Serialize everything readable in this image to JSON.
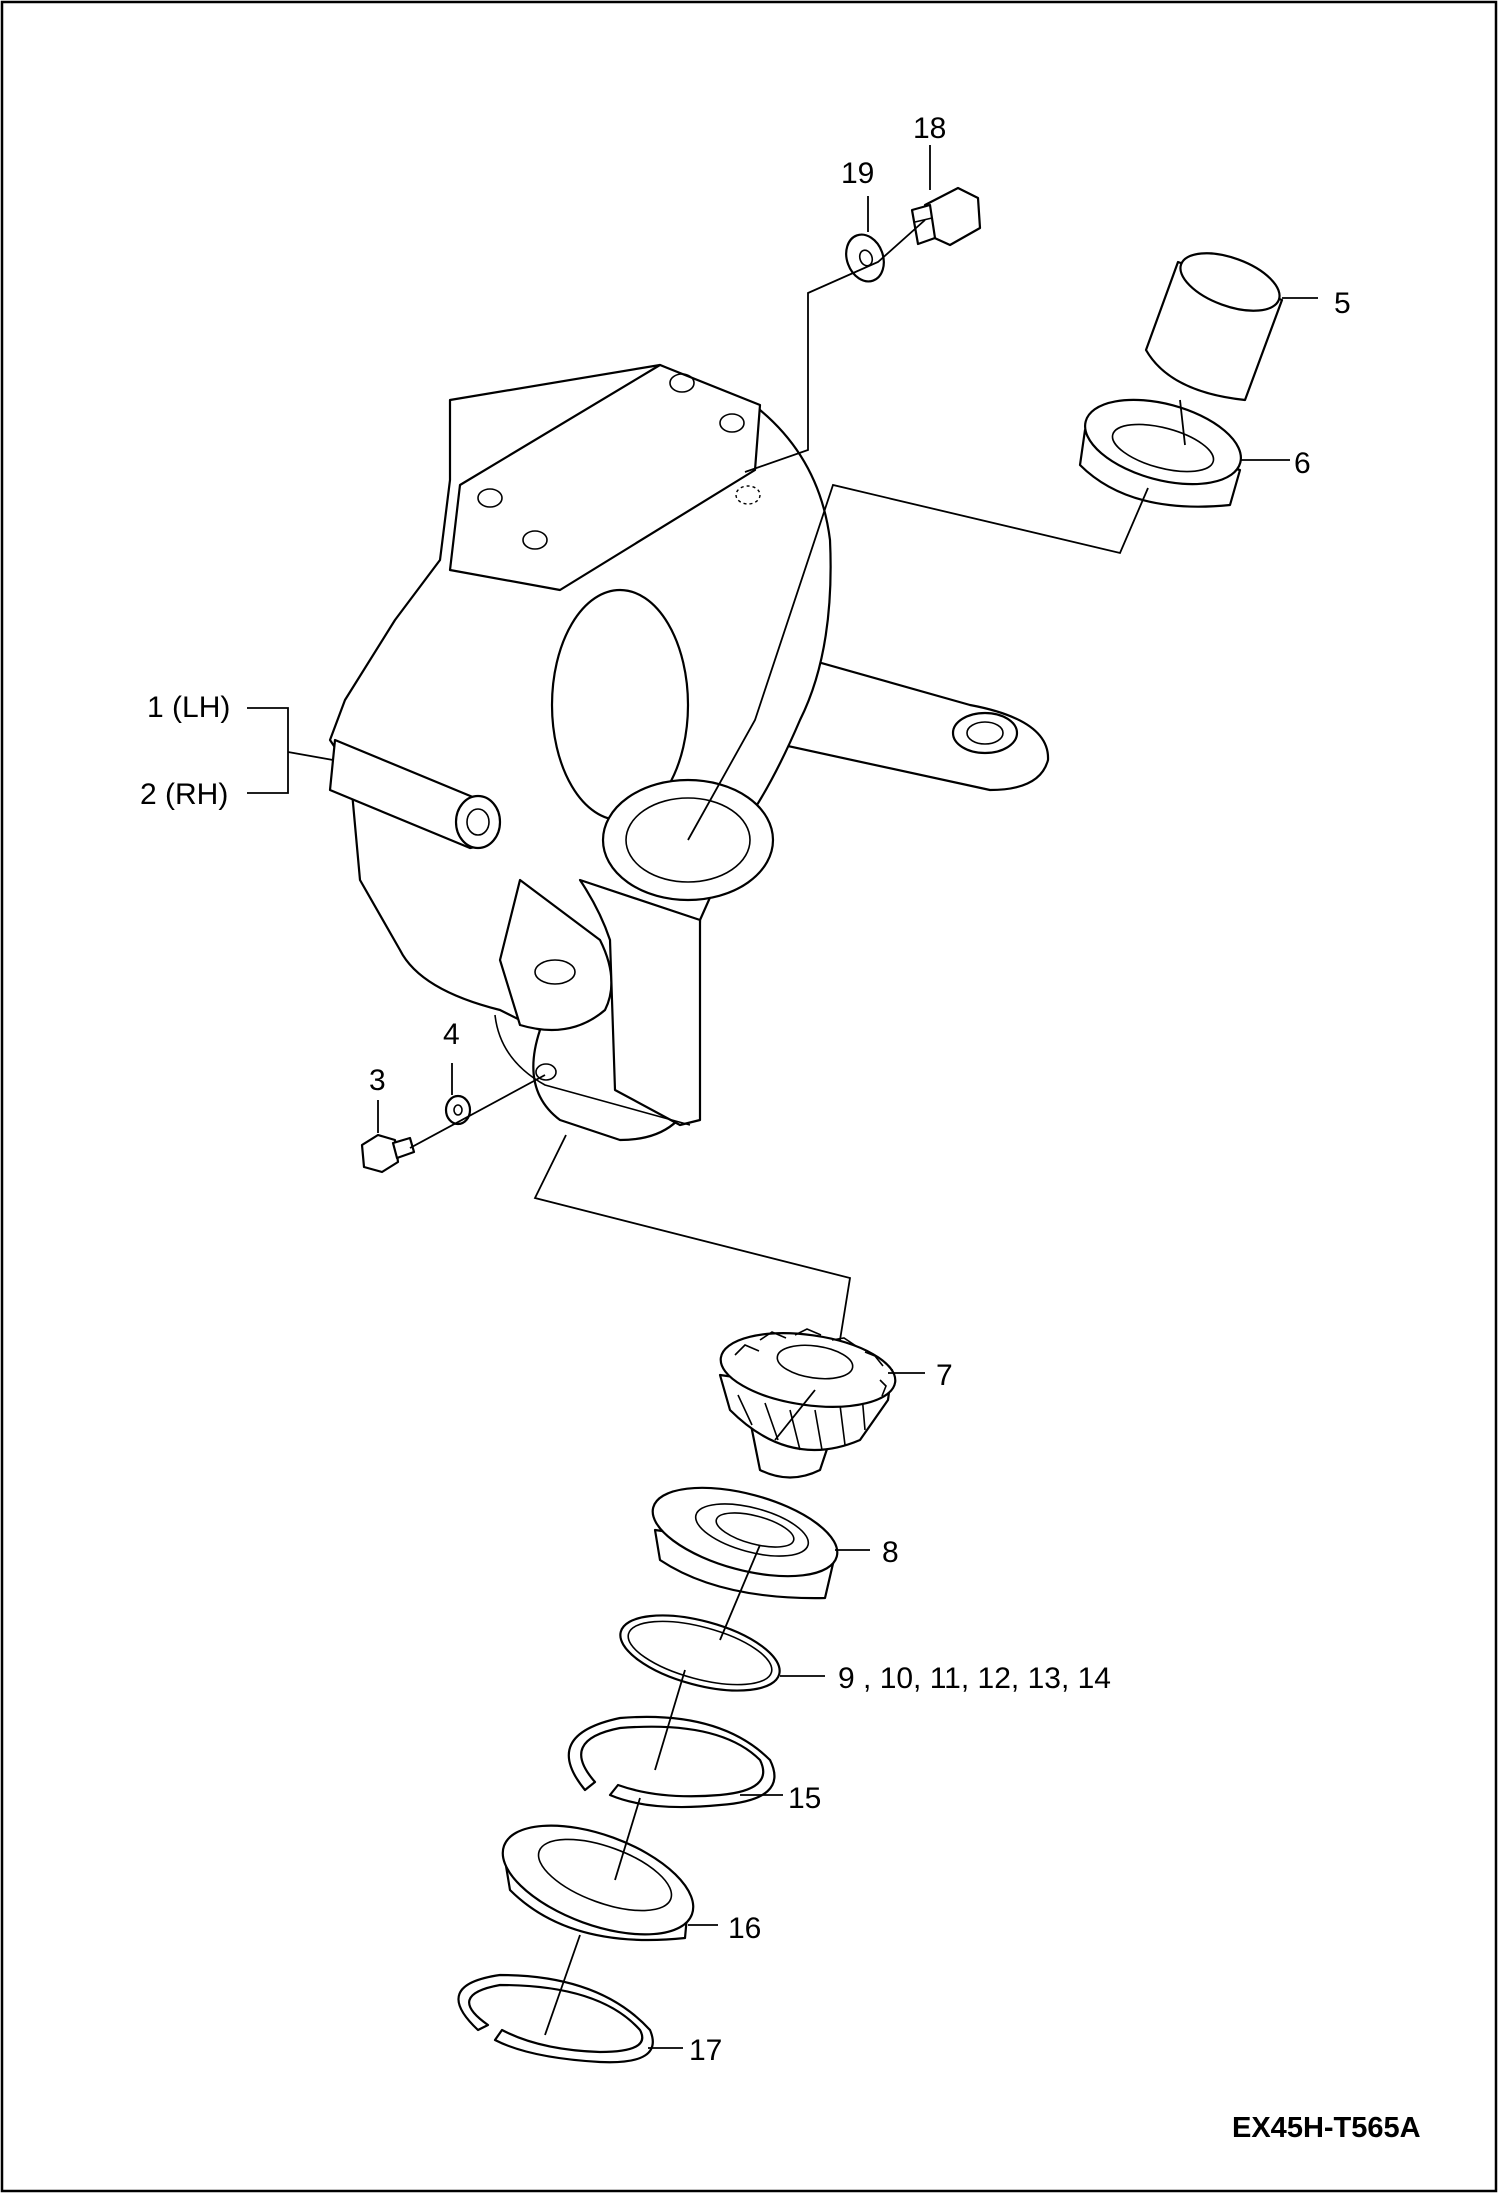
{
  "drawing_code": "EX45H-T565A",
  "callouts": {
    "c1": "1 (LH)",
    "c2": "2 (RH)",
    "c3": "3",
    "c4": "4",
    "c5": "5",
    "c6": "6",
    "c7": "7",
    "c8": "8",
    "c9_14": "9 , 10, 11, 12, 13, 14",
    "c15": "15",
    "c16": "16",
    "c17": "17",
    "c18": "18",
    "c19": "19"
  },
  "colors": {
    "line": "#000000",
    "background": "#ffffff"
  }
}
